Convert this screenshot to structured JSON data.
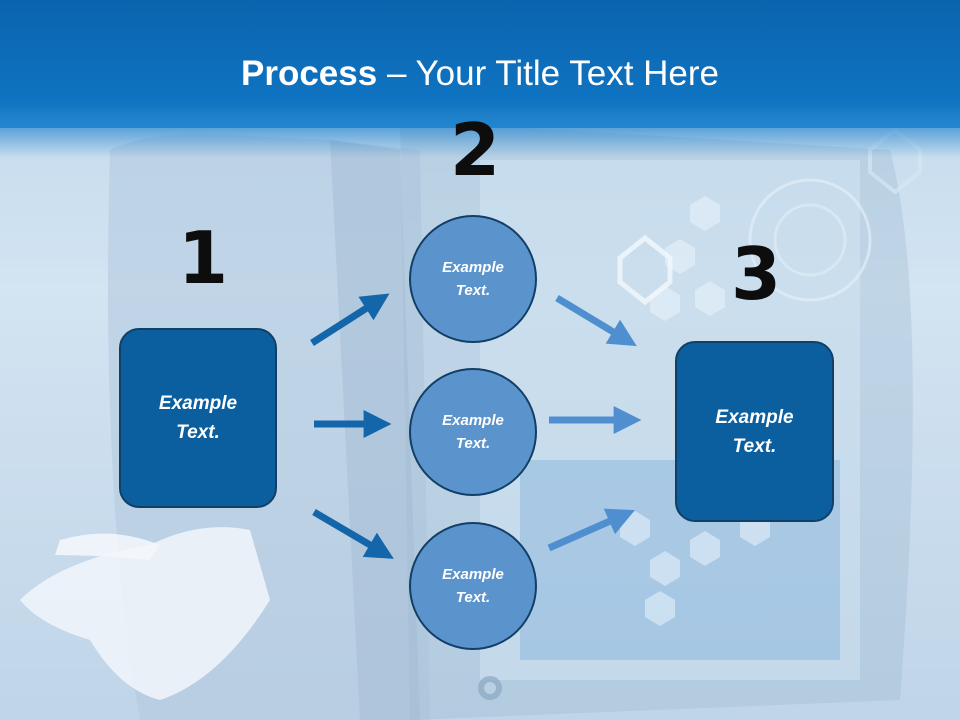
{
  "title": {
    "bold": "Process",
    "rest": " – Your Title Text Here"
  },
  "steps": {
    "one": "1",
    "two": "2",
    "three": "3"
  },
  "boxes": {
    "left": "Example\nText.",
    "right": "Example\nText."
  },
  "circles": {
    "top": "Example\nText.",
    "middle": "Example\nText.",
    "bottom": "Example\nText."
  },
  "colors": {
    "header": "#0f74c2",
    "box": "#0c5f9e",
    "circle": "#5b93cc",
    "arrow_dark": "#1466aa",
    "arrow_light": "#4f8fcf"
  }
}
